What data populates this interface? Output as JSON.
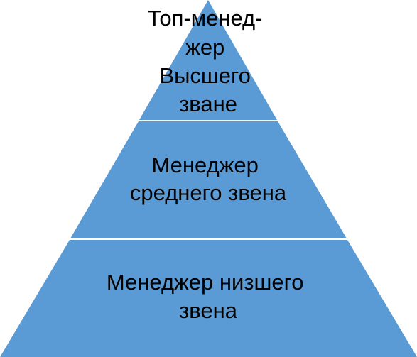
{
  "diagram": {
    "type": "pyramid",
    "fill_color": "#5b9bd5",
    "separator_color": "#ffffff",
    "text_color": "#000000",
    "tiers": [
      {
        "level": "top",
        "lines": [
          "Топ-менед-",
          "жер",
          "Высшего",
          "зване"
        ]
      },
      {
        "level": "middle",
        "lines": [
          "Менеджер",
          "среднего звена"
        ]
      },
      {
        "level": "bottom",
        "lines": [
          "Менеджер низшего",
          "звена"
        ]
      }
    ]
  }
}
